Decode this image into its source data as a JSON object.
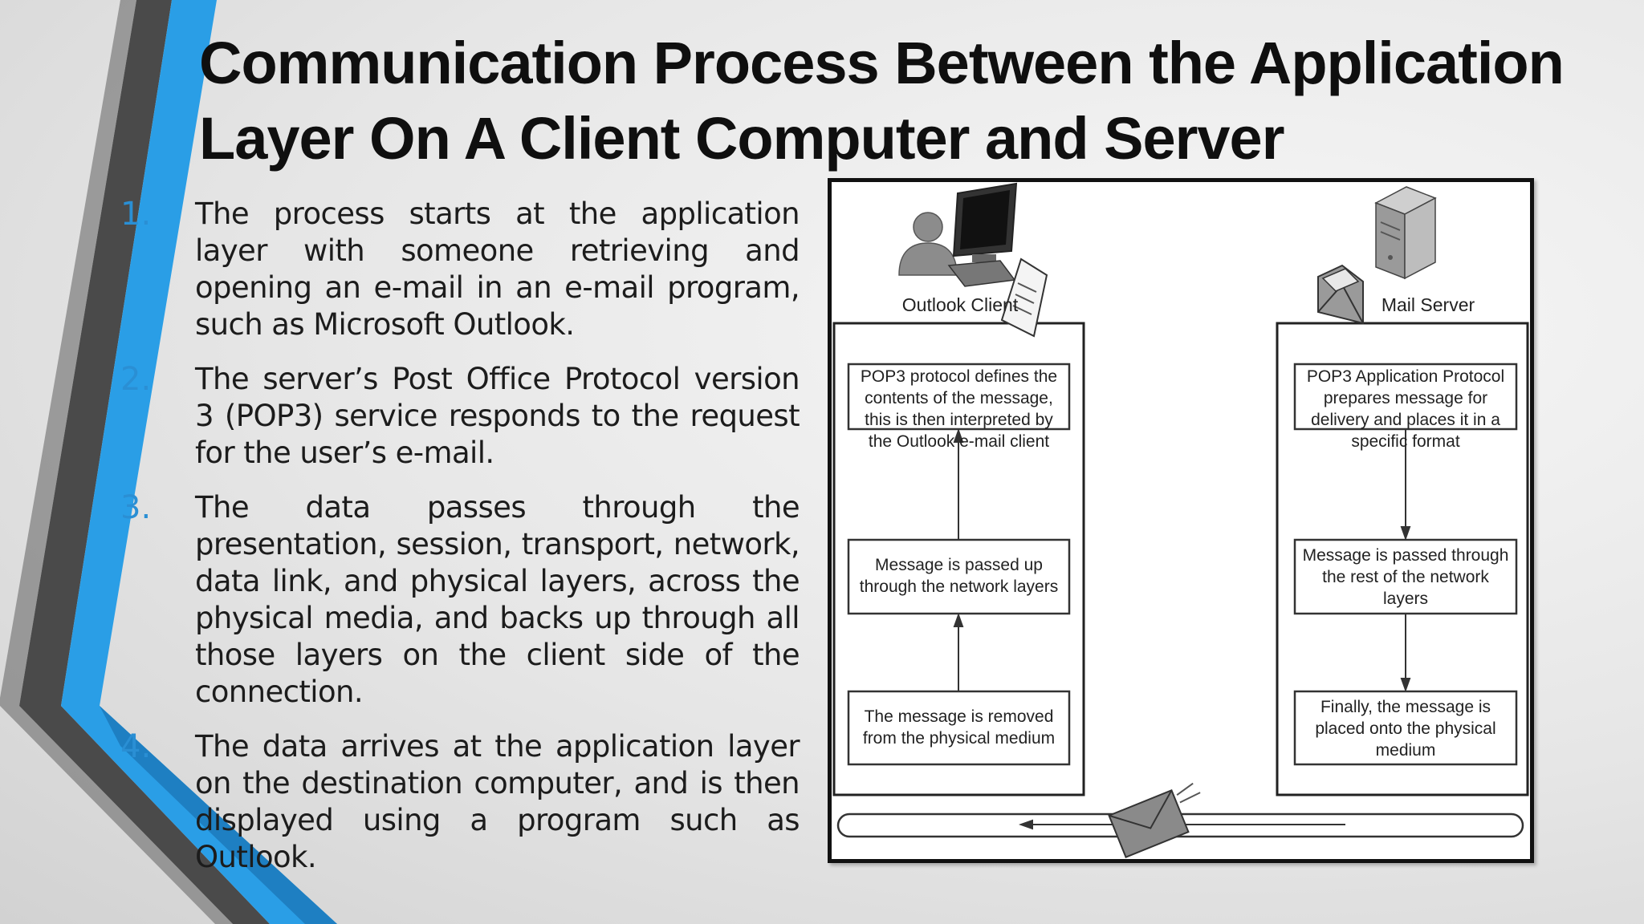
{
  "slide": {
    "title_line1": "Communication Process Between the Application",
    "title_line2": "Layer On A Client Computer and Server",
    "steps": [
      {
        "num": "1.",
        "text": "The process starts at the application layer with someone retrieving and opening an e-mail in an e-mail program, such as Microsoft Outlook."
      },
      {
        "num": "2.",
        "text": "The server’s Post Office Protocol version 3 (POP3) service responds to the request for the user’s e-mail."
      },
      {
        "num": "3.",
        "text": "The data passes through the presentation, session, transport, network, data link, and physical layers, across the physical media, and backs up through all those layers on the client side of the connection."
      },
      {
        "num": "4.",
        "text": "The data arrives at the application layer on the destination computer, and is then displayed using a program such as Outlook."
      }
    ]
  },
  "diagram": {
    "client_label": "Outlook Client",
    "server_label": "Mail Server",
    "client_boxes": [
      "POP3 protocol defines the contents of the message, this is then interpreted by the Outlook e-mail client",
      "Message is passed up through the network layers",
      "The message is removed from the physical medium"
    ],
    "server_boxes": [
      "POP3 Application Protocol prepares message for delivery and places it in a specific format",
      "Message is passed through the rest of the network layers",
      "Finally, the message is placed onto the physical medium"
    ],
    "icons": [
      "user-icon",
      "computer-icon",
      "document-icon",
      "server-icon",
      "envelope-icon"
    ]
  },
  "colors": {
    "accent_blue": "#2a8fd4",
    "dark_stripe": "#3a3a3a"
  }
}
